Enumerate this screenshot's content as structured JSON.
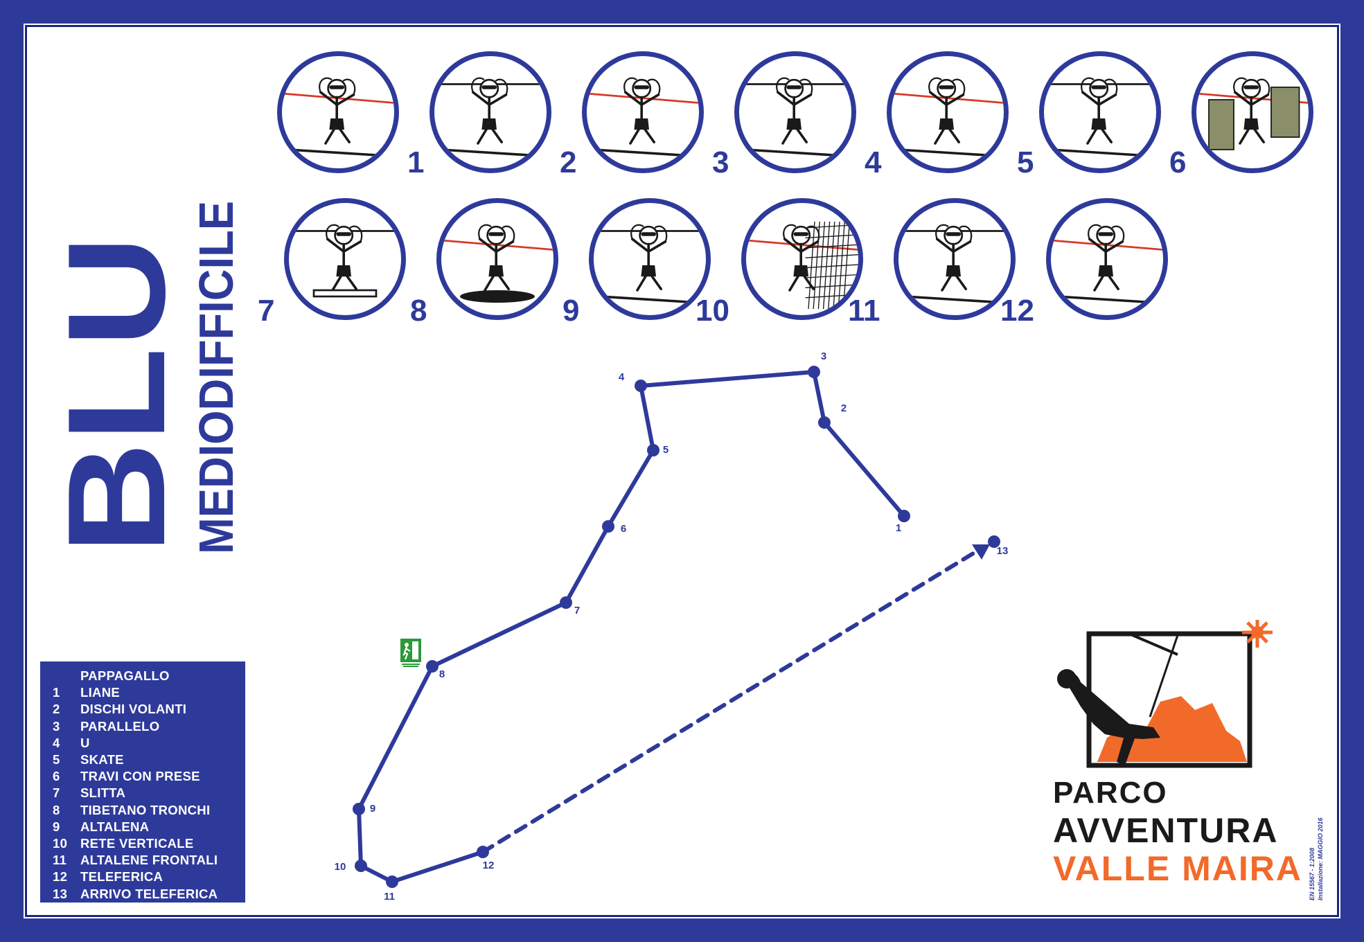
{
  "colors": {
    "primary": "#2e3a9a",
    "accent": "#f26a2a",
    "rope": "#d63a2a",
    "ink": "#1a1a1a"
  },
  "title": {
    "main": "BLU",
    "subtitle_light": "MEDIO",
    "subtitle_bold": "DIFFICILE"
  },
  "icons": [
    {
      "number": "",
      "name": "PAPPAGALLO"
    },
    {
      "number": "1",
      "name": "LIANE"
    },
    {
      "number": "2",
      "name": "DISCHI VOLANTI"
    },
    {
      "number": "3",
      "name": "PARALLELO"
    },
    {
      "number": "4",
      "name": "U"
    },
    {
      "number": "5",
      "name": "SKATE"
    },
    {
      "number": "6",
      "name": "TRAVI CON PRESE"
    },
    {
      "number": "7",
      "name": "SLITTA"
    },
    {
      "number": "8",
      "name": "TIBETANO TRONCHI"
    },
    {
      "number": "9",
      "name": "ALTALENA"
    },
    {
      "number": "10",
      "name": "RETE VERTICALE"
    },
    {
      "number": "11",
      "name": "ALTALENE FRONTALI"
    },
    {
      "number": "12",
      "name": "TELEFERICA"
    }
  ],
  "legend": [
    {
      "num": "",
      "name": "PAPPAGALLO"
    },
    {
      "num": "1",
      "name": "LIANE"
    },
    {
      "num": "2",
      "name": "DISCHI VOLANTI"
    },
    {
      "num": "3",
      "name": "PARALLELO"
    },
    {
      "num": "4",
      "name": "U"
    },
    {
      "num": "5",
      "name": "SKATE"
    },
    {
      "num": "6",
      "name": "TRAVI CON PRESE"
    },
    {
      "num": "7",
      "name": "SLITTA"
    },
    {
      "num": "8",
      "name": "TIBETANO TRONCHI"
    },
    {
      "num": "9",
      "name": "ALTALENA"
    },
    {
      "num": "10",
      "name": "RETE VERTICALE"
    },
    {
      "num": "11",
      "name": "ALTALENE FRONTALI"
    },
    {
      "num": "12",
      "name": "TELEFERICA"
    },
    {
      "num": "13",
      "name": "ARRIVO TELEFERICA"
    }
  ],
  "route": {
    "stops": [
      "1",
      "2",
      "3",
      "4",
      "5",
      "6",
      "7",
      "8",
      "9",
      "10",
      "11",
      "12",
      "13"
    ],
    "dashed_segment": [
      "12",
      "13"
    ],
    "emergency_sign_icon": "emergency-exit-icon"
  },
  "logo": {
    "line1": "PARCO",
    "line2": "AVVENTURA",
    "line3": "VALLE MAIRA",
    "icon": "zipline-rider-icon"
  },
  "certification": {
    "line1": "EN 15567 - 1:2008",
    "line2": "Installazione: MAGGIO 2016"
  }
}
